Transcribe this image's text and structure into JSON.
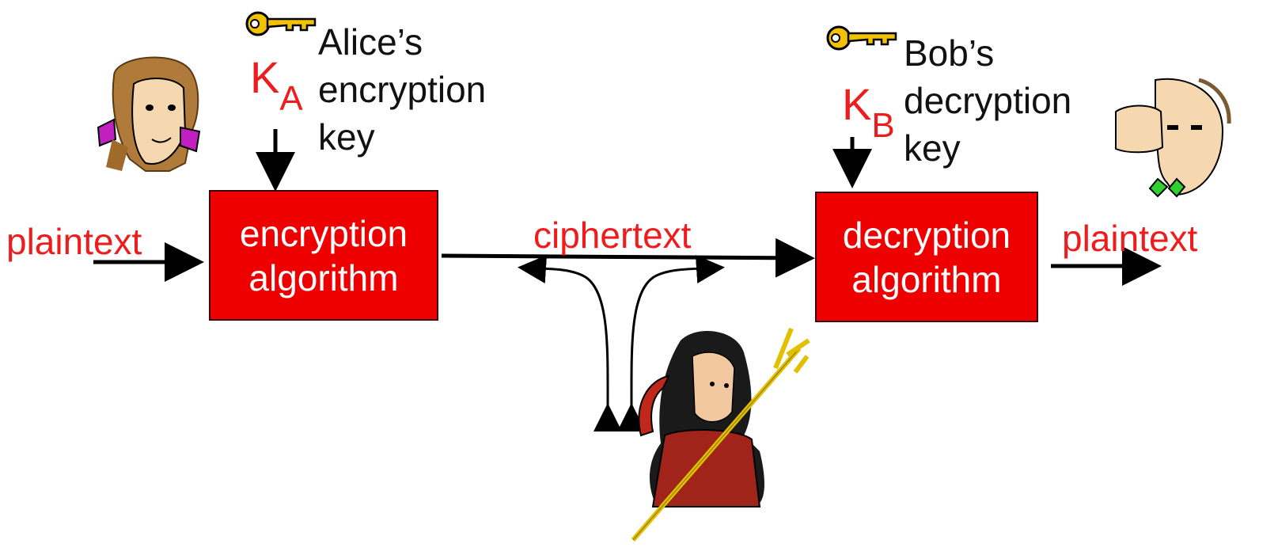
{
  "alice": {
    "key_letter": "K",
    "key_sub": "A",
    "label_lines": [
      "Alice’s",
      "encryption",
      "key"
    ]
  },
  "bob": {
    "key_letter": "K",
    "key_sub": "B",
    "label_lines": [
      "Bob’s",
      "decryption",
      "key"
    ]
  },
  "encrypt_box": {
    "lines": [
      "encryption",
      "algorithm"
    ]
  },
  "decrypt_box": {
    "lines": [
      "decryption",
      "algorithm"
    ]
  },
  "labels": {
    "plaintext_in": "plaintext",
    "ciphertext": "ciphertext",
    "plaintext_out": "plaintext"
  },
  "icons": [
    "alice-face-icon",
    "bob-face-icon",
    "trudy-devil-icon",
    "key-icon"
  ],
  "colors": {
    "accent_red": "#ee1c1c",
    "box_red": "#ee0000"
  }
}
